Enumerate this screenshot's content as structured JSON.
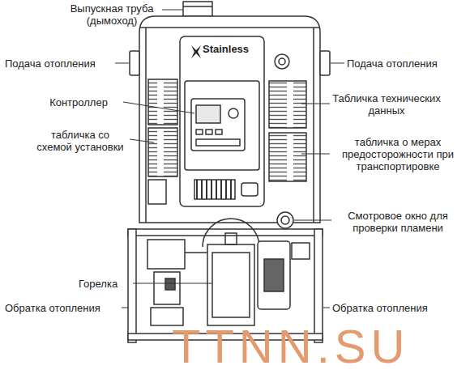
{
  "diagram": {
    "labels": [
      "Выпускная труба (дымоход)",
      "Подача отопления",
      "Подача отопления",
      "Контроллер",
      "табличка со схемой установки",
      "Табличка технических данных",
      "табличка о мерах предосторожности при транспортировке",
      "Смотровое окно для проверки пламени",
      "Горелка",
      "Обратка отопления",
      "Обратка отопления",
      "Stainless",
      "TTNN.SU"
    ]
  }
}
